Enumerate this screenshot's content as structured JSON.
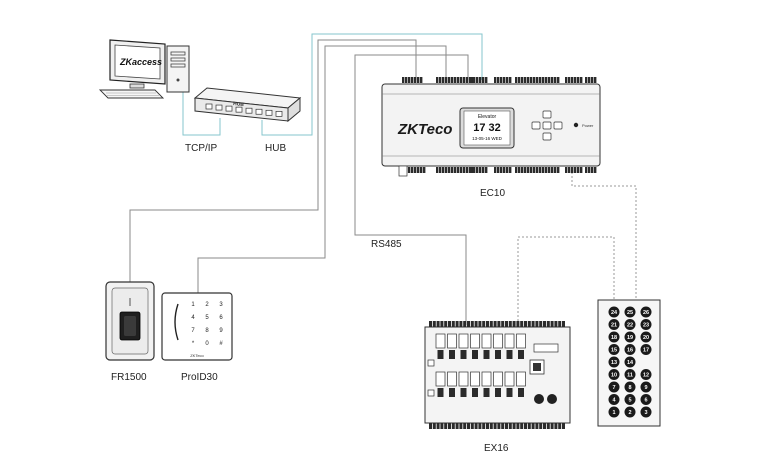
{
  "labels": {
    "tcpip": "TCP/IP",
    "hub": "HUB",
    "ec10": "EC10",
    "rs485": "RS485",
    "fr1500": "FR1500",
    "proid30": "ProID30",
    "ex16": "EX16"
  },
  "monitor_logo": "ZKaccess",
  "hub_logo": "HUB",
  "ec10_panel": {
    "brand": "ZKTeco",
    "screen_title": "Elevator",
    "screen_time": "17 32",
    "screen_date": "13-05-16 WED",
    "power_label": "Power"
  },
  "proid30_keys": [
    "1",
    "2",
    "3",
    "4",
    "5",
    "6",
    "7",
    "8",
    "9",
    "*",
    "0",
    "#"
  ],
  "proid30_brand": "ZKTeco",
  "button_panel_keys": [
    [
      "24",
      "25",
      "26"
    ],
    [
      "21",
      "22",
      "23"
    ],
    [
      "18",
      "19",
      "20"
    ],
    [
      "15",
      "16",
      "17"
    ],
    [
      "13",
      "14",
      ""
    ],
    [
      "10",
      "11",
      "12"
    ],
    [
      "7",
      "8",
      "9"
    ],
    [
      "4",
      "5",
      "6"
    ],
    [
      "1",
      "2",
      "3"
    ]
  ]
}
